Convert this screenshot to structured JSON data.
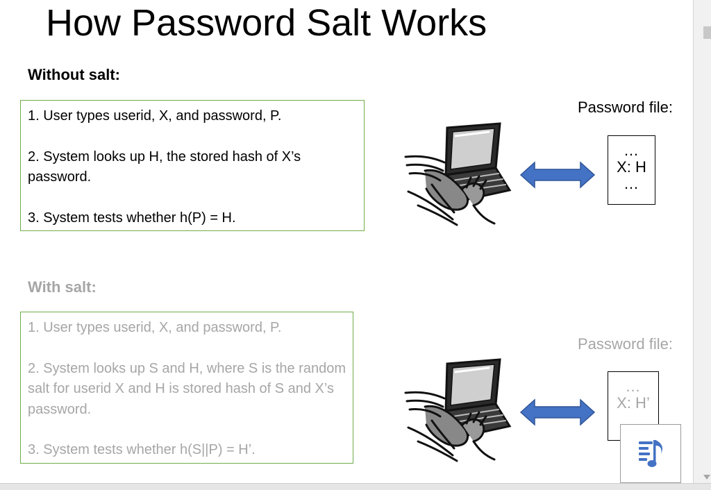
{
  "title": "How Password Salt Works",
  "without_salt": {
    "heading": "Without salt:",
    "steps": [
      "1. User types userid, X, and password, P.",
      "2. System looks up H, the stored hash of X’s password.",
      "3. System tests whether h(P) = H."
    ],
    "password_file_label": "Password file:",
    "file_ellipsis_top": "…",
    "file_entry": "X: H",
    "file_ellipsis_bottom": "…"
  },
  "with_salt": {
    "heading": "With salt:",
    "steps": [
      "1. User types userid, X, and password, P.",
      "2. System looks up S and H, where S is the random salt for userid X and H is stored hash of S and X’s password.",
      "3. System tests whether h(S||P) = H’."
    ],
    "password_file_label": "Password file:",
    "file_ellipsis_top": "…",
    "file_entry": "X: H’"
  },
  "colors": {
    "box_border": "#70ad47",
    "arrow_fill": "#4472c4",
    "dim_text": "#a6a6a6"
  },
  "icons": [
    "laptop-typing-icon",
    "double-arrow-icon",
    "audio-notes-icon"
  ]
}
